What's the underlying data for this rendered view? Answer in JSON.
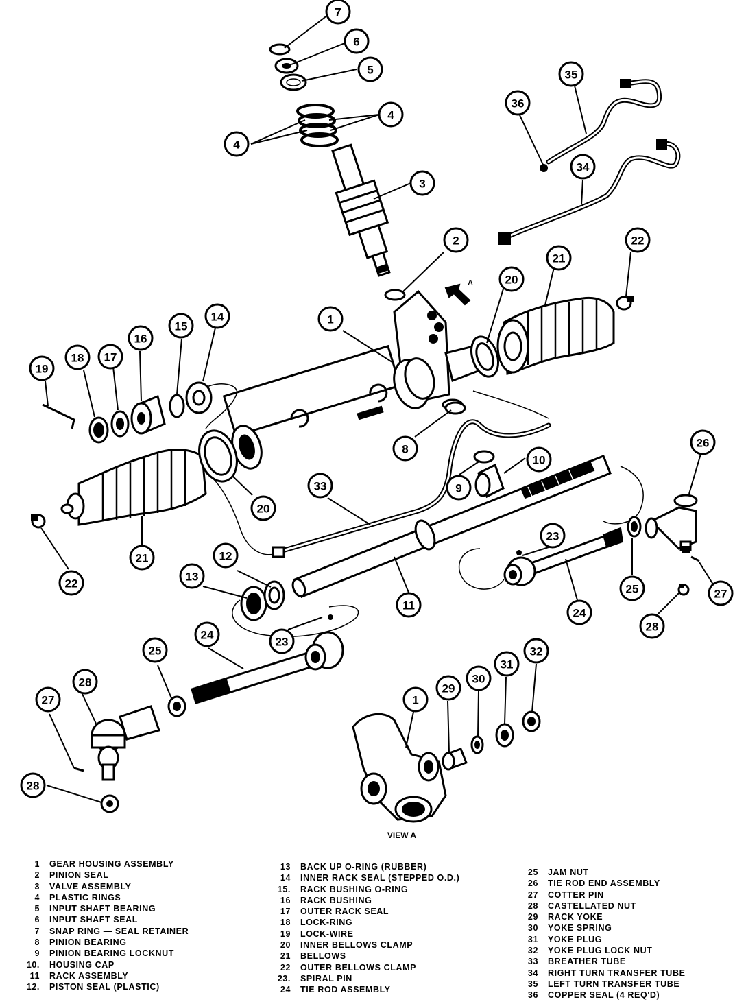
{
  "diagram": {
    "view_label": "VIEW A",
    "arrow_label": "A",
    "callouts": [
      "7",
      "6",
      "5",
      "4",
      "4",
      "3",
      "36",
      "35",
      "34",
      "2",
      "22",
      "21",
      "20",
      "1",
      "14",
      "15",
      "16",
      "17",
      "18",
      "19",
      "8",
      "10",
      "9",
      "33",
      "20",
      "21",
      "22",
      "26",
      "23",
      "12",
      "13",
      "11",
      "24",
      "25",
      "27",
      "28",
      "24",
      "23",
      "25",
      "28",
      "27",
      "28",
      "1",
      "29",
      "30",
      "31",
      "32"
    ]
  },
  "legend": {
    "col1": [
      {
        "num": "1",
        "text": "GEAR HOUSING ASSEMBLY"
      },
      {
        "num": "2",
        "text": "PINION SEAL"
      },
      {
        "num": "3",
        "text": "VALVE ASSEMBLY"
      },
      {
        "num": "4",
        "text": "PLASTIC RINGS"
      },
      {
        "num": "5",
        "text": "INPUT SHAFT BEARING"
      },
      {
        "num": "6",
        "text": "INPUT SHAFT SEAL"
      },
      {
        "num": "7",
        "text": "SNAP RING — SEAL RETAINER"
      },
      {
        "num": "8",
        "text": "PINION BEARING"
      },
      {
        "num": "9",
        "text": "PINION BEARING LOCKNUT"
      },
      {
        "num": "10.",
        "text": "HOUSING CAP"
      },
      {
        "num": "11",
        "text": "RACK ASSEMBLY"
      },
      {
        "num": "12.",
        "text": "PISTON SEAL (PLASTIC)"
      }
    ],
    "col2": [
      {
        "num": "13",
        "text": "BACK UP O-RING (RUBBER)"
      },
      {
        "num": "14",
        "text": "INNER RACK SEAL (STEPPED O.D.)"
      },
      {
        "num": "15.",
        "text": "RACK BUSHING O-RING"
      },
      {
        "num": "16",
        "text": "RACK BUSHING"
      },
      {
        "num": "17",
        "text": "OUTER RACK SEAL"
      },
      {
        "num": "18",
        "text": "LOCK-RING"
      },
      {
        "num": "19",
        "text": "LOCK-WIRE"
      },
      {
        "num": "20",
        "text": "INNER BELLOWS CLAMP"
      },
      {
        "num": "21",
        "text": "BELLOWS"
      },
      {
        "num": "22",
        "text": "OUTER BELLOWS CLAMP"
      },
      {
        "num": "23.",
        "text": "SPIRAL PIN"
      },
      {
        "num": "24",
        "text": "TIE ROD ASSEMBLY"
      }
    ],
    "col3": [
      {
        "num": "25",
        "text": "JAM NUT"
      },
      {
        "num": "26",
        "text": "TIE ROD END ASSEMBLY"
      },
      {
        "num": "27",
        "text": "COTTER PIN"
      },
      {
        "num": "28",
        "text": "CASTELLATED NUT"
      },
      {
        "num": "29",
        "text": "RACK YOKE"
      },
      {
        "num": "30",
        "text": "YOKE SPRING"
      },
      {
        "num": "31",
        "text": "YOKE PLUG"
      },
      {
        "num": "32",
        "text": "YOKE PLUG LOCK NUT"
      },
      {
        "num": "33",
        "text": "BREATHER TUBE"
      },
      {
        "num": "34",
        "text": "RIGHT TURN TRANSFER TUBE"
      },
      {
        "num": "35",
        "text": "LEFT TURN TRANSFER TUBE"
      },
      {
        "num": "36",
        "text": "COPPER SEAL (4 REQ'D)"
      }
    ]
  }
}
